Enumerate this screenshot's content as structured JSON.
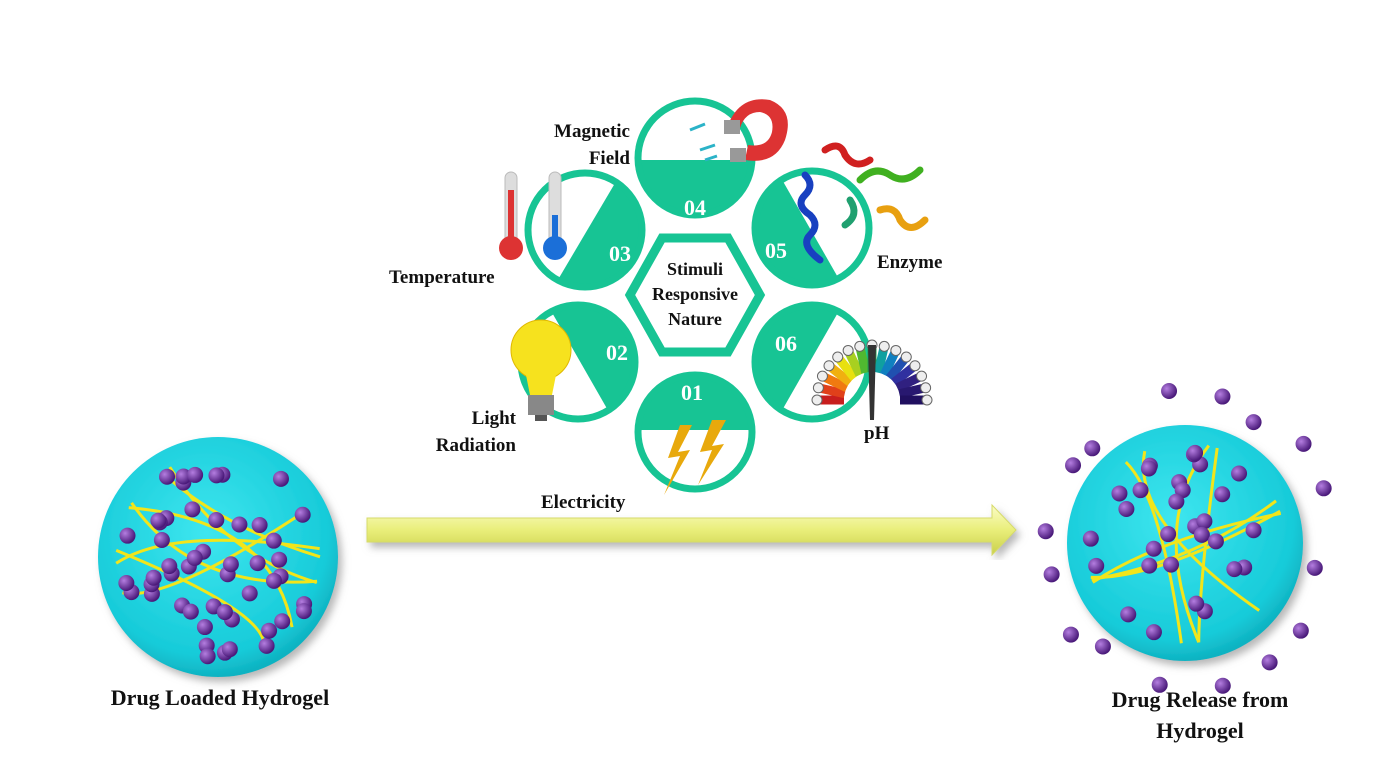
{
  "center_title": [
    "Stimuli",
    "Responsive",
    "Nature"
  ],
  "stimuli": [
    {
      "number": "01",
      "label": "Electricity"
    },
    {
      "number": "02",
      "label": "Light Radiation"
    },
    {
      "number": "03",
      "label": "Temperature"
    },
    {
      "number": "04",
      "label": "Magnetic Field"
    },
    {
      "number": "05",
      "label": "Enzyme"
    },
    {
      "number": "06",
      "label": "pH"
    }
  ],
  "left_caption": "Drug Loaded Hydrogel",
  "right_caption": [
    "Drug Release from",
    "Hydrogel"
  ],
  "colors": {
    "accent": "#17c494",
    "gel": "#22d3e0",
    "drug": "#6a2b9a",
    "fiber": "#f2e51a",
    "arrow": "#eef08a"
  }
}
